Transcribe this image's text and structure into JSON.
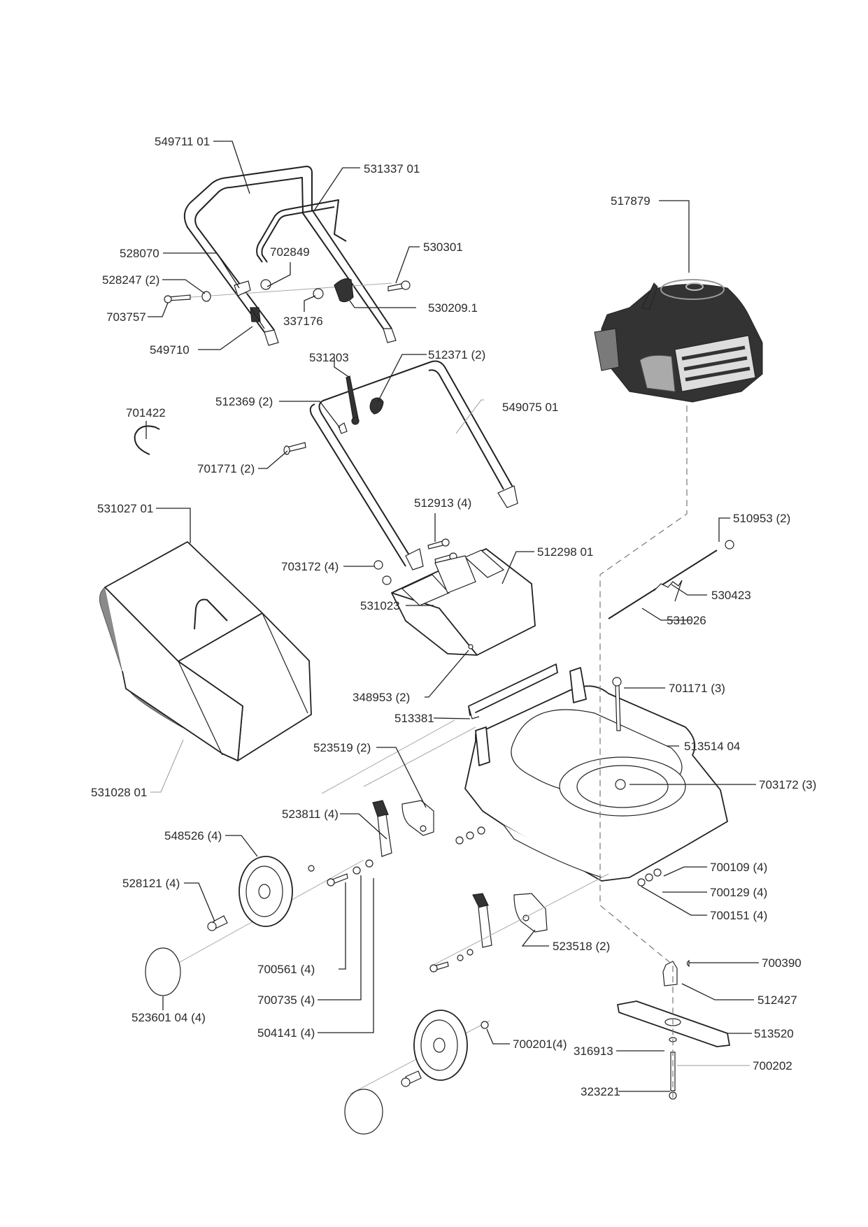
{
  "diagram": {
    "title": "Lawn mower exploded parts diagram",
    "callouts": [
      {
        "id": "c1",
        "label": "549711 01"
      },
      {
        "id": "c2",
        "label": "531337 01"
      },
      {
        "id": "c3",
        "label": "517879"
      },
      {
        "id": "c4",
        "label": "528070"
      },
      {
        "id": "c5",
        "label": "702849"
      },
      {
        "id": "c6",
        "label": "530301"
      },
      {
        "id": "c7",
        "label": "528247 (2)"
      },
      {
        "id": "c8",
        "label": "703757"
      },
      {
        "id": "c9",
        "label": "337176"
      },
      {
        "id": "c10",
        "label": "530209.1"
      },
      {
        "id": "c11",
        "label": "549710"
      },
      {
        "id": "c12",
        "label": "531203"
      },
      {
        "id": "c13",
        "label": "512371 (2)"
      },
      {
        "id": "c14",
        "label": "512369 (2)"
      },
      {
        "id": "c15",
        "label": "549075 01"
      },
      {
        "id": "c16",
        "label": "701422"
      },
      {
        "id": "c17",
        "label": "701771 (2)"
      },
      {
        "id": "c18",
        "label": "531027 01"
      },
      {
        "id": "c19",
        "label": "512913 (4)"
      },
      {
        "id": "c20",
        "label": "510953 (2)"
      },
      {
        "id": "c21",
        "label": "703172 (4)"
      },
      {
        "id": "c22",
        "label": "512298 01"
      },
      {
        "id": "c23",
        "label": "531023"
      },
      {
        "id": "c24",
        "label": "530423"
      },
      {
        "id": "c25",
        "label": "531026"
      },
      {
        "id": "c26",
        "label": "348953 (2)"
      },
      {
        "id": "c27",
        "label": "701171 (3)"
      },
      {
        "id": "c28",
        "label": "513381"
      },
      {
        "id": "c29",
        "label": "513514 04"
      },
      {
        "id": "c30",
        "label": "523519 (2)"
      },
      {
        "id": "c31",
        "label": "703172 (3)"
      },
      {
        "id": "c32",
        "label": "531028 01"
      },
      {
        "id": "c33",
        "label": "523811 (4)"
      },
      {
        "id": "c34",
        "label": "548526 (4)"
      },
      {
        "id": "c35",
        "label": "700109 (4)"
      },
      {
        "id": "c36",
        "label": "528121 (4)"
      },
      {
        "id": "c37",
        "label": "700129 (4)"
      },
      {
        "id": "c38",
        "label": "700151 (4)"
      },
      {
        "id": "c39",
        "label": "523518 (2)"
      },
      {
        "id": "c40",
        "label": "700561 (4)"
      },
      {
        "id": "c41",
        "label": "700390"
      },
      {
        "id": "c42",
        "label": "700735 (4)"
      },
      {
        "id": "c43",
        "label": "512427"
      },
      {
        "id": "c44",
        "label": "523601 04 (4)"
      },
      {
        "id": "c45",
        "label": "700201(4)"
      },
      {
        "id": "c46",
        "label": "513520"
      },
      {
        "id": "c47",
        "label": "504141 (4)"
      },
      {
        "id": "c48",
        "label": "316913"
      },
      {
        "id": "c49",
        "label": "700202"
      },
      {
        "id": "c50",
        "label": "323221"
      }
    ]
  }
}
